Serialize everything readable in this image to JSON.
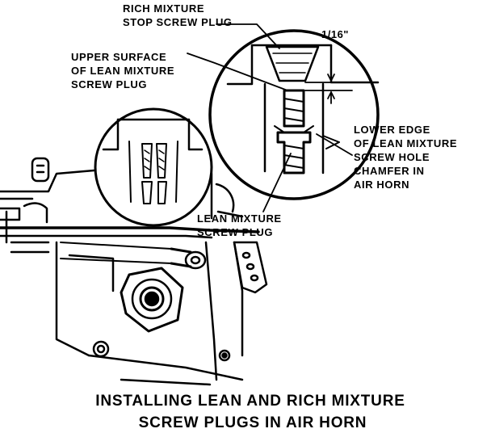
{
  "labels": {
    "rich_stop_plug": [
      "RICH MIXTURE",
      "STOP SCREW PLUG"
    ],
    "dimension": "1/16\"",
    "upper_surface": [
      "UPPER SURFACE",
      "OF LEAN MIXTURE",
      "SCREW PLUG"
    ],
    "lower_edge": [
      "LOWER EDGE",
      "OF LEAN MIXTURE",
      "SCREW HOLE",
      "CHAMFER IN",
      "AIR HORN"
    ],
    "lean_plug": [
      "LEAN MIXTURE",
      "SCREW PLUG"
    ]
  },
  "caption": [
    "INSTALLING LEAN AND RICH MIXTURE",
    "SCREW  PLUGS IN AIR HORN"
  ],
  "colors": {
    "ink": "#000000",
    "paper": "#ffffff"
  }
}
